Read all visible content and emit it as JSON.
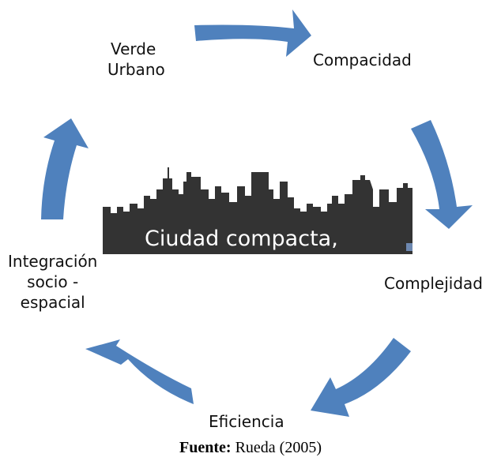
{
  "diagram": {
    "nodes": [
      {
        "id": "verde-urbano",
        "lines": [
          "Verde",
          "Urbano"
        ]
      },
      {
        "id": "compacidad",
        "lines": [
          "Compacidad"
        ]
      },
      {
        "id": "complejidad",
        "lines": [
          "Complejidad"
        ]
      },
      {
        "id": "eficiencia",
        "lines": [
          "Eficiencia"
        ]
      },
      {
        "id": "integracion",
        "lines": [
          "Integración",
          "socio -",
          "espacial"
        ]
      }
    ],
    "center": {
      "caption": "Ciudad compacta,",
      "image": "city-skyline"
    },
    "cycle_direction": "clockwise",
    "colors": {
      "arrow": "#4f81bd",
      "skyline": "#333333",
      "caption": "#ffffff"
    }
  },
  "source": {
    "label": "Fuente:",
    "text": "Rueda (2005)"
  }
}
